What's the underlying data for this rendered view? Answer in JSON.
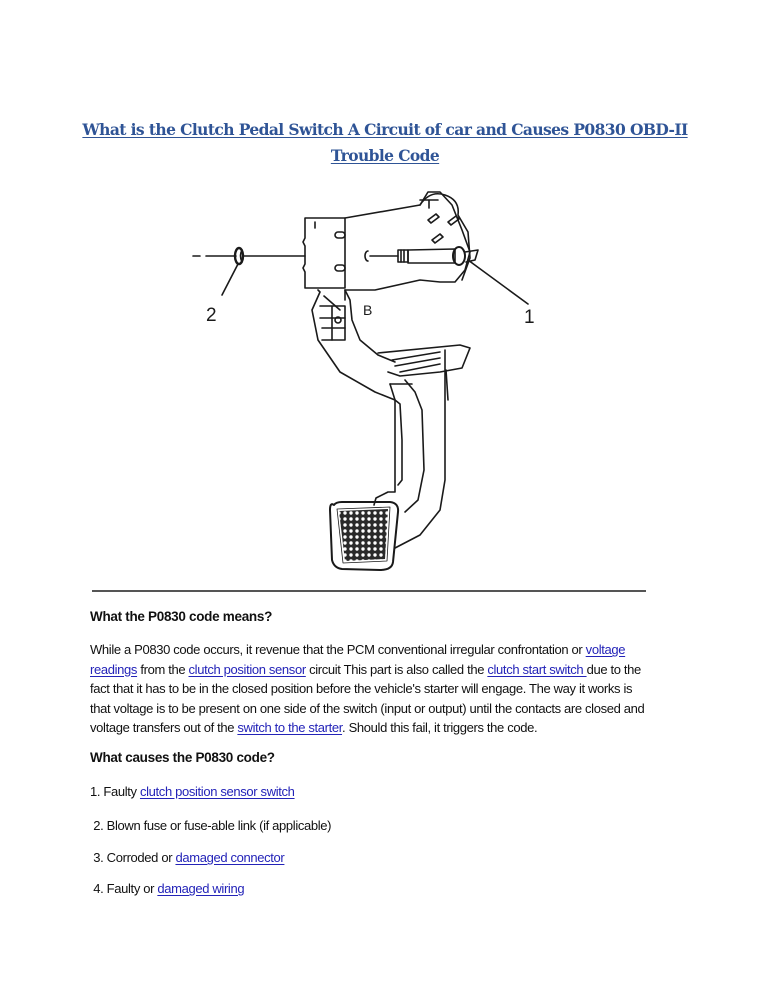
{
  "document": {
    "title": {
      "line1": "What is the Clutch Pedal Switch A Circuit of car and Causes P0830 OBD-II",
      "line2": "Trouble Code",
      "color": "#2f5496"
    },
    "diagram": {
      "description": "Clutch pedal assembly exploded diagram",
      "callouts": [
        {
          "number": "1",
          "label": "pivot-bolt"
        },
        {
          "number": "2",
          "label": "retaining-clip"
        }
      ],
      "bracket_letter": "B"
    },
    "section_meaning": {
      "heading": "What the P0830 code means?",
      "lines": [
        [
          {
            "text": "While a P0830 code occurs, it revenue that the PCM conventional irregular confrontation or "
          },
          {
            "text": "voltage",
            "link": true
          }
        ],
        [
          {
            "text": "readings",
            "link": true
          },
          {
            "text": " from the "
          },
          {
            "text": "clutch position sensor",
            "link": true
          },
          {
            "text": " circuit This part is also called the "
          },
          {
            "text": "clutch start switch ",
            "link": true
          },
          {
            "text": "due to the"
          }
        ],
        [
          {
            "text": "fact that it has to be in the closed position before the vehicle's starter will engage. The way it works is"
          }
        ],
        [
          {
            "text": "that voltage is to be present on one side of the switch (input or output) until the contacts are closed and"
          }
        ],
        [
          {
            "text": "voltage transfers out of the "
          },
          {
            "text": "switch to the starter",
            "link": true
          },
          {
            "text": ". Should this fail, it triggers the code."
          }
        ]
      ]
    },
    "section_causes": {
      "heading": "What causes the P0830 code?",
      "items": [
        {
          "prefix": "1. Faulty ",
          "link": "clutch position sensor switch",
          "suffix": ""
        },
        {
          "prefix": " 2. Blown fuse or fuse-able link (if applicable)",
          "link": "",
          "suffix": ""
        },
        {
          "prefix": " 3. Corroded or ",
          "link": "damaged connector",
          "suffix": ""
        },
        {
          "prefix": " 4. Faulty or ",
          "link": "damaged wiring",
          "suffix": ""
        }
      ]
    },
    "colors": {
      "link": "#2323b8",
      "text": "#111111",
      "divider": "#555555"
    }
  }
}
